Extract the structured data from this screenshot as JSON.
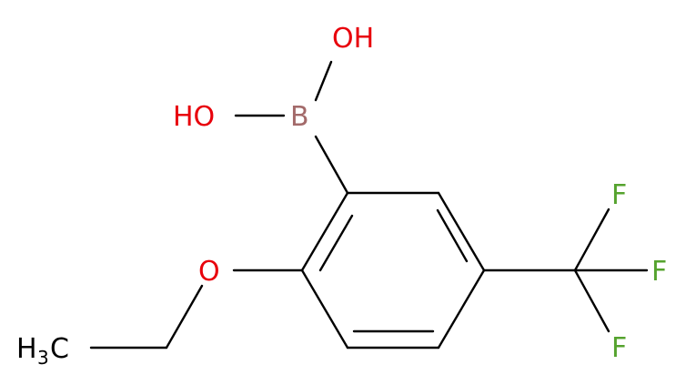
{
  "molecule": {
    "atoms": {
      "oh_top": {
        "text": "OH",
        "color": "#e8000b"
      },
      "oh_left": {
        "text": "HO",
        "color": "#e8000b"
      },
      "boron": {
        "text": "B",
        "color": "#a36a6a"
      },
      "ether_oxygen": {
        "text": "O",
        "color": "#e8000b"
      },
      "methyl": {
        "main": "H",
        "subscript": "3",
        "tail": "C",
        "color": "#000000"
      },
      "fluorine_top": {
        "text": "F",
        "color": "#55a32e"
      },
      "fluorine_right": {
        "text": "F",
        "color": "#55a32e"
      },
      "fluorine_bottom": {
        "text": "F",
        "color": "#55a32e"
      }
    },
    "bond_color": "#000000"
  }
}
